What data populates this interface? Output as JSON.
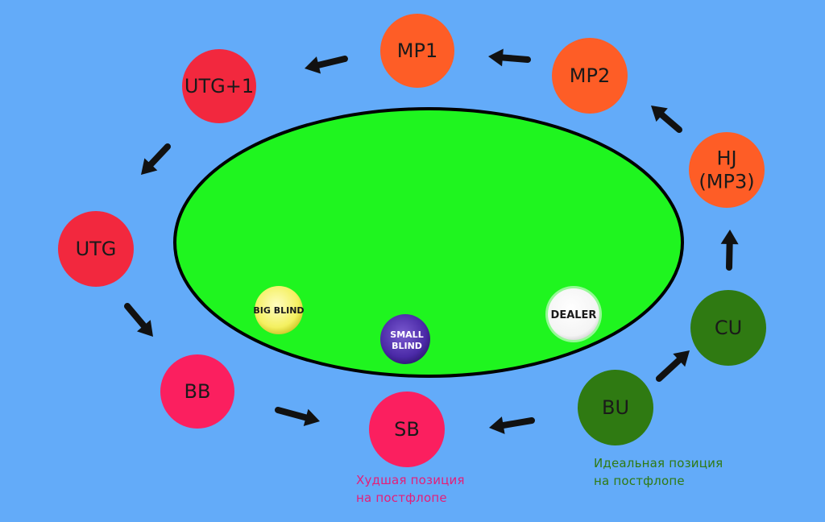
{
  "colors": {
    "background": "#63abf9",
    "table_felt": "#1ff51f",
    "table_border": "#000000",
    "arrow": "#111111",
    "early_position": "#f2283e",
    "blind_position": "#fb1f5f",
    "middle_position": "#fe5d26",
    "late_position": "#2f7a12",
    "worst_note": "#e41e79",
    "ideal_note": "#2f7a12"
  },
  "seats": [
    {
      "id": "mp1",
      "label": "MP1",
      "color": "#fe5d26"
    },
    {
      "id": "mp2",
      "label": "MP2",
      "color": "#fe5d26"
    },
    {
      "id": "hj",
      "label": "HJ",
      "label2": "(MP3)",
      "color": "#fe5d26"
    },
    {
      "id": "cu",
      "label": "CU",
      "color": "#2f7a12"
    },
    {
      "id": "bu",
      "label": "BU",
      "color": "#2f7a12"
    },
    {
      "id": "sb",
      "label": "SB",
      "color": "#fb1f5f"
    },
    {
      "id": "bb",
      "label": "BB",
      "color": "#fb1f5f"
    },
    {
      "id": "utg",
      "label": "UTG",
      "color": "#f2283e"
    },
    {
      "id": "utg1",
      "label": "UTG+1",
      "color": "#f2283e"
    }
  ],
  "chips": {
    "big_blind": {
      "line1": "BIG BLIND",
      "color": "#f4f060"
    },
    "small_blind": {
      "line1": "SMALL",
      "line2": "BLIND",
      "color": "#4b2aa7"
    },
    "dealer": {
      "line1": "DEALER",
      "color": "#ffffff"
    }
  },
  "notes": {
    "worst": {
      "line1": "Худшая позиция",
      "line2": "на постфлопе"
    },
    "ideal": {
      "line1": "Идеальная позиция",
      "line2": "на постфлопе"
    }
  },
  "arrow_icon": "arrow-icon"
}
